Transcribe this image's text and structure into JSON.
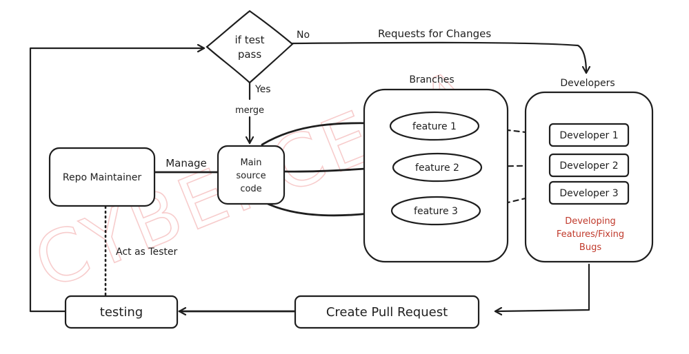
{
  "watermark": "CYBERCENA",
  "decision": {
    "line1": "if test",
    "line2": "pass"
  },
  "edges": {
    "no": "No",
    "requests_for_changes": "Requests for Changes",
    "yes": "Yes",
    "merge": "merge",
    "manage": "Manage",
    "act_as_tester": "Act as Tester"
  },
  "repo_maintainer": "Repo Maintainer",
  "main_source": {
    "line1": "Main",
    "line2": "source",
    "line3": "code"
  },
  "branches": {
    "title": "Branches",
    "items": [
      "feature 1",
      "feature 2",
      "feature 3"
    ]
  },
  "developers": {
    "title": "Developers",
    "items": [
      "Developer 1",
      "Developer 2",
      "Developer 3"
    ],
    "note": [
      "Developing",
      "Features/Fixing",
      "Bugs"
    ],
    "note_color": "#c0392b"
  },
  "create_pull_request": "Create Pull Request",
  "testing": "testing"
}
